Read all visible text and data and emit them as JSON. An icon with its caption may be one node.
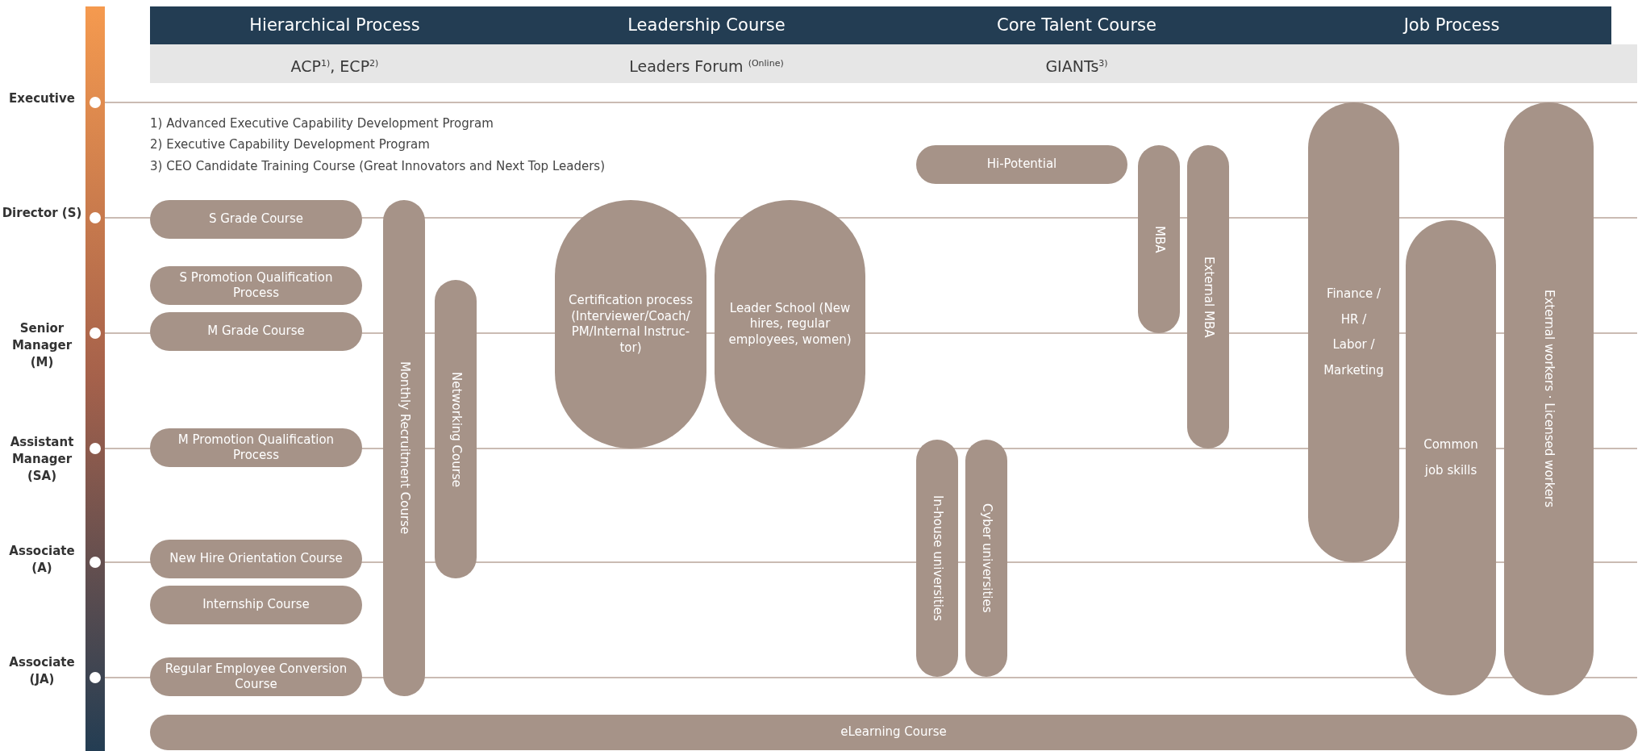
{
  "diagram": {
    "nodes": [
      {
        "text": [
          "S Grade Course"
        ]
      },
      {
        "text": [
          "S Promotion Qualification Process"
        ]
      },
      {
        "text": [
          "M Grade Course"
        ]
      },
      {
        "text": [
          "M Promotion Qualification Process"
        ]
      },
      {
        "text": [
          "New Hire Orientation Course"
        ]
      },
      {
        "text": [
          "Internship Course"
        ]
      },
      {
        "text": [
          "Regular Employee Conversion Course"
        ]
      },
      {
        "text": [
          "Monthly Recruitment Course"
        ]
      },
      {
        "text": [
          "Networking Course"
        ]
      },
      {
        "text": [
          "Certification process (Interviewer/Coach/ PM/Internal Instruc- tor)"
        ]
      },
      {
        "text": [
          "Leader School (New hires, regular employees, women)"
        ]
      },
      {
        "text": [
          "Hi-Potential"
        ]
      },
      {
        "text": [
          "MBA"
        ]
      },
      {
        "text": [
          "External MBA"
        ]
      },
      {
        "text": [
          "In-house universities"
        ]
      },
      {
        "text": [
          "Cyber universities"
        ]
      },
      {
        "text": [
          "Finance / HR / Labor / Marketing"
        ]
      },
      {
        "text": [
          "Common job skills"
        ]
      },
      {
        "text": [
          "External workers · Licensed workers"
        ]
      },
      {
        "text": [
          "eLearning Course"
        ]
      }
    ],
    "edges": [],
    "labels": [
      "Hierarchical Process",
      "Leadership Course",
      "Core Talent Course",
      "Job Process",
      "ACP$^{1)}$, ECP$^{2)}$",
      "Leaders Forum $^{(Online)}$",
      "GIANTs$^{3)}$",
      "Executive",
      "1) Advanced Executive Capability Development Program",
      "2) Executive Capability Development Program",
      "3) CEO Candidate Training Course (Great Innovators and Next Top Leaders)",
      "Director (S)",
      "Senior Manager (M)",
      "Assistant Manager (SA)",
      "Associate (A)",
      "Associate (JA)"
    ]
  }
}
